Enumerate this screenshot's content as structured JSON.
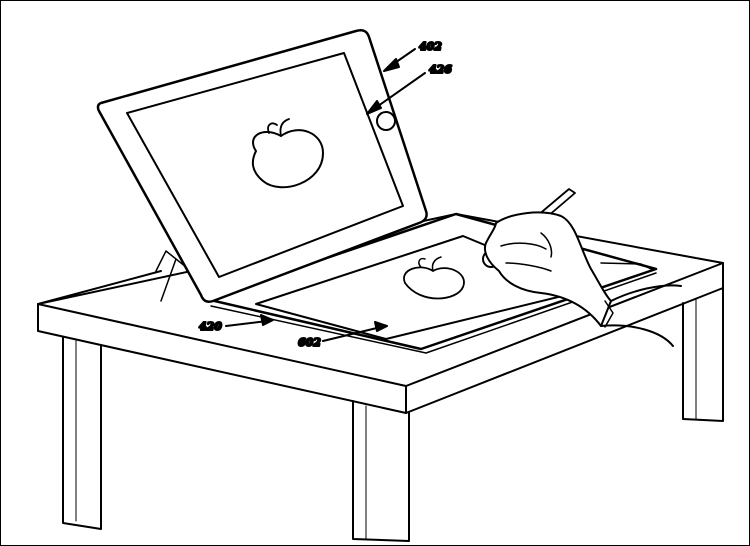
{
  "figure": {
    "labels": {
      "device": "402",
      "home_button": "426",
      "cover": "420",
      "display": "602"
    },
    "colors": {
      "ink": "#000000",
      "paper": "#ffffff"
    }
  }
}
